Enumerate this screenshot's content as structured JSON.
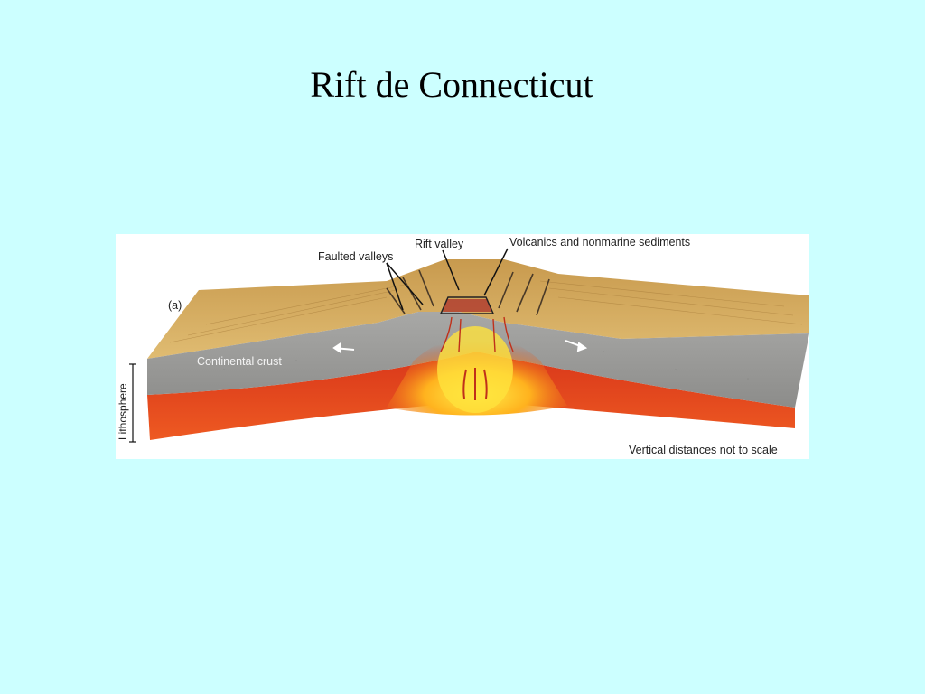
{
  "slide": {
    "title": "Rift de Connecticut"
  },
  "figure": {
    "panel_label": "(a)",
    "labels": {
      "faulted_valleys": "Faulted valleys",
      "rift_valley": "Rift valley",
      "volcanics": "Volcanics and nonmarine sediments",
      "continental_crust": "Continental crust",
      "lithosphere": "Lithosphere",
      "scale_note": "Vertical distances not to scale"
    },
    "colors": {
      "background": "#ccffff",
      "surface": "#d4a85a",
      "crust": "#9a9a98",
      "mantle": "#e0401a",
      "magma": "#ffd21e"
    }
  }
}
